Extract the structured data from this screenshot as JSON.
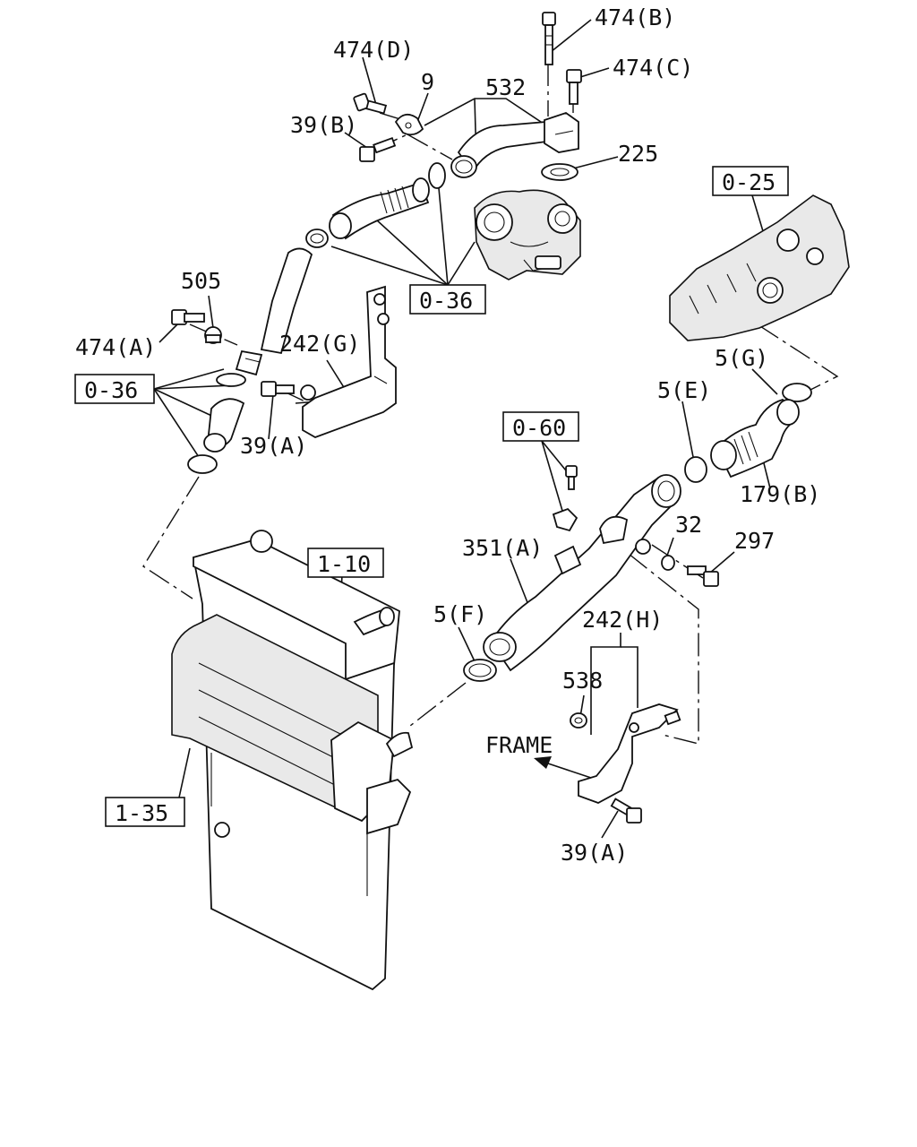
{
  "diagram": {
    "labels": {
      "l474b": "474(B)",
      "l474d": "474(D)",
      "l474c": "474(C)",
      "l9": "9",
      "l532": "532",
      "l39b": "39(B)",
      "l225": "225",
      "l505": "505",
      "l474a": "474(A)",
      "l242g": "242(G)",
      "l39a_top": "39(A)",
      "l5g": "5(G)",
      "l5e": "5(E)",
      "l179b": "179(B)",
      "l32": "32",
      "l297": "297",
      "l351a": "351(A)",
      "l5f": "5(F)",
      "l242h": "242(H)",
      "l538": "538",
      "lframe": "FRAME",
      "l39a_bottom": "39(A)"
    },
    "refs": {
      "r025": "0-25",
      "r036_top": "0-36",
      "r036_left": "0-36",
      "r060": "0-60",
      "r110": "1-10",
      "r135": "1-35"
    }
  }
}
